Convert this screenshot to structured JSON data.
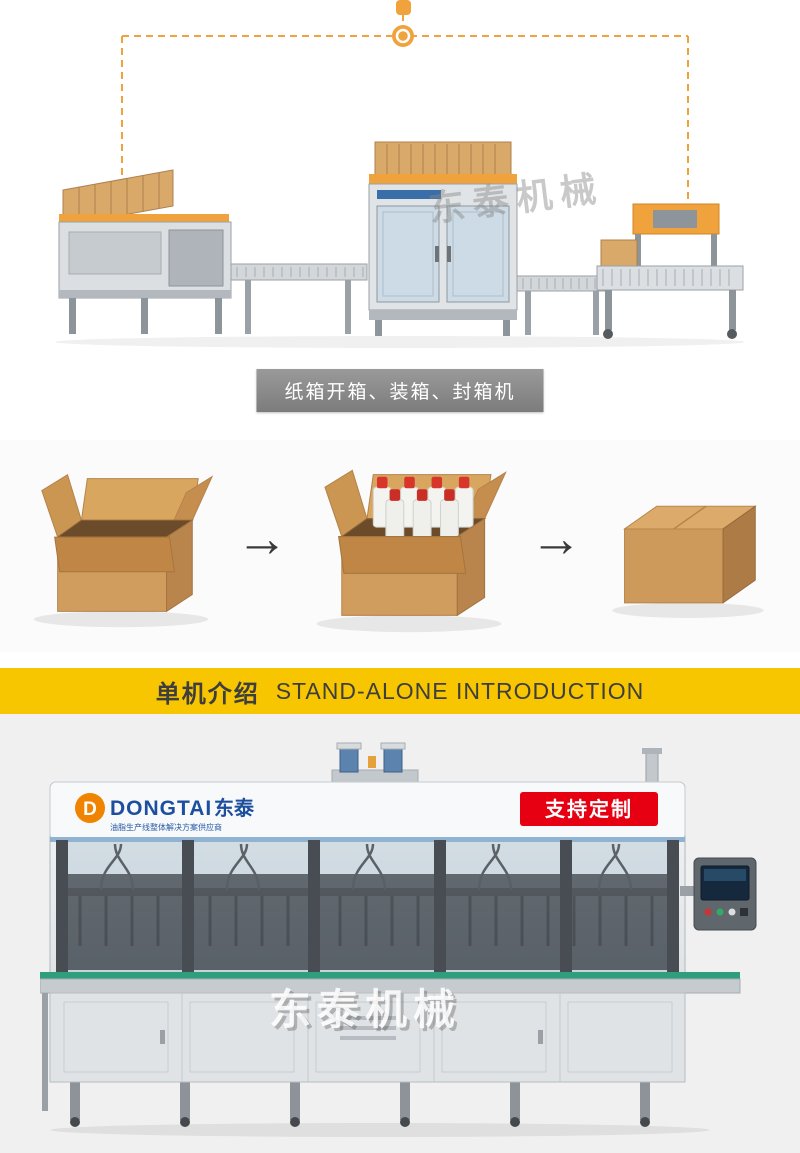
{
  "colors": {
    "accent_orange": "#f0a23c",
    "banner_yellow": "#f7c600",
    "badge_red": "#e60012",
    "brand_blue": "#1d4f9e",
    "caption_gray": "#8a8a8a",
    "conveyor_green": "#2f9e7d",
    "carton_tan": "#d09d5f"
  },
  "top_section": {
    "watermark": "东泰机械",
    "caption": "纸箱开箱、装箱、封箱机"
  },
  "process": {
    "arrow_glyph": "→",
    "steps": [
      {
        "label": "open-empty-carton"
      },
      {
        "label": "carton-packed-with-bottles"
      },
      {
        "label": "sealed-carton"
      }
    ]
  },
  "banner": {
    "title_cn": "单机介绍",
    "title_en": "STAND-ALONE INTRODUCTION"
  },
  "filling_machine": {
    "logo_initial": "D",
    "logo_text": "DONGTAI",
    "logo_cn": "东泰",
    "logo_tagline": "油脂生产线整体解决方案供应商",
    "badge_label": "支持定制",
    "watermark": "东泰机械"
  }
}
